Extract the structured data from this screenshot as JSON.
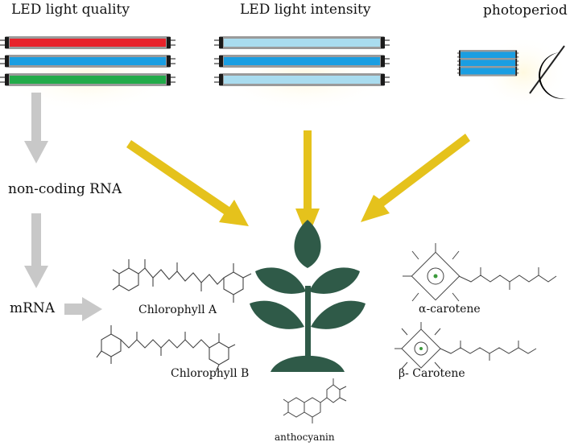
{
  "labels": {
    "led_quality": "LED light quality",
    "led_intensity": "LED light intensity",
    "photoperiod": "photoperiod",
    "noncoding_rna": "non-coding RNA",
    "mrna": "mRNA",
    "chlorophyll_a": "Chlorophyll A",
    "chlorophyll_b": "Chlorophyll B",
    "alpha_carotene": "α-carotene",
    "beta_carotene": "β- Carotene",
    "anthocyanin": "anthocyanin"
  },
  "colors": {
    "tube_red": "#e8232b",
    "tube_blue": "#1a9ee2",
    "tube_green": "#22ab4a",
    "tube_light_blue": "#a9dcef",
    "arrow_yellow": "#e5c21c",
    "arrow_gray": "#c8c8c8",
    "plant": "#2f5a48",
    "moon": "#000000"
  },
  "icons": {
    "plant": "plant-icon",
    "moon": "moon-icon"
  }
}
